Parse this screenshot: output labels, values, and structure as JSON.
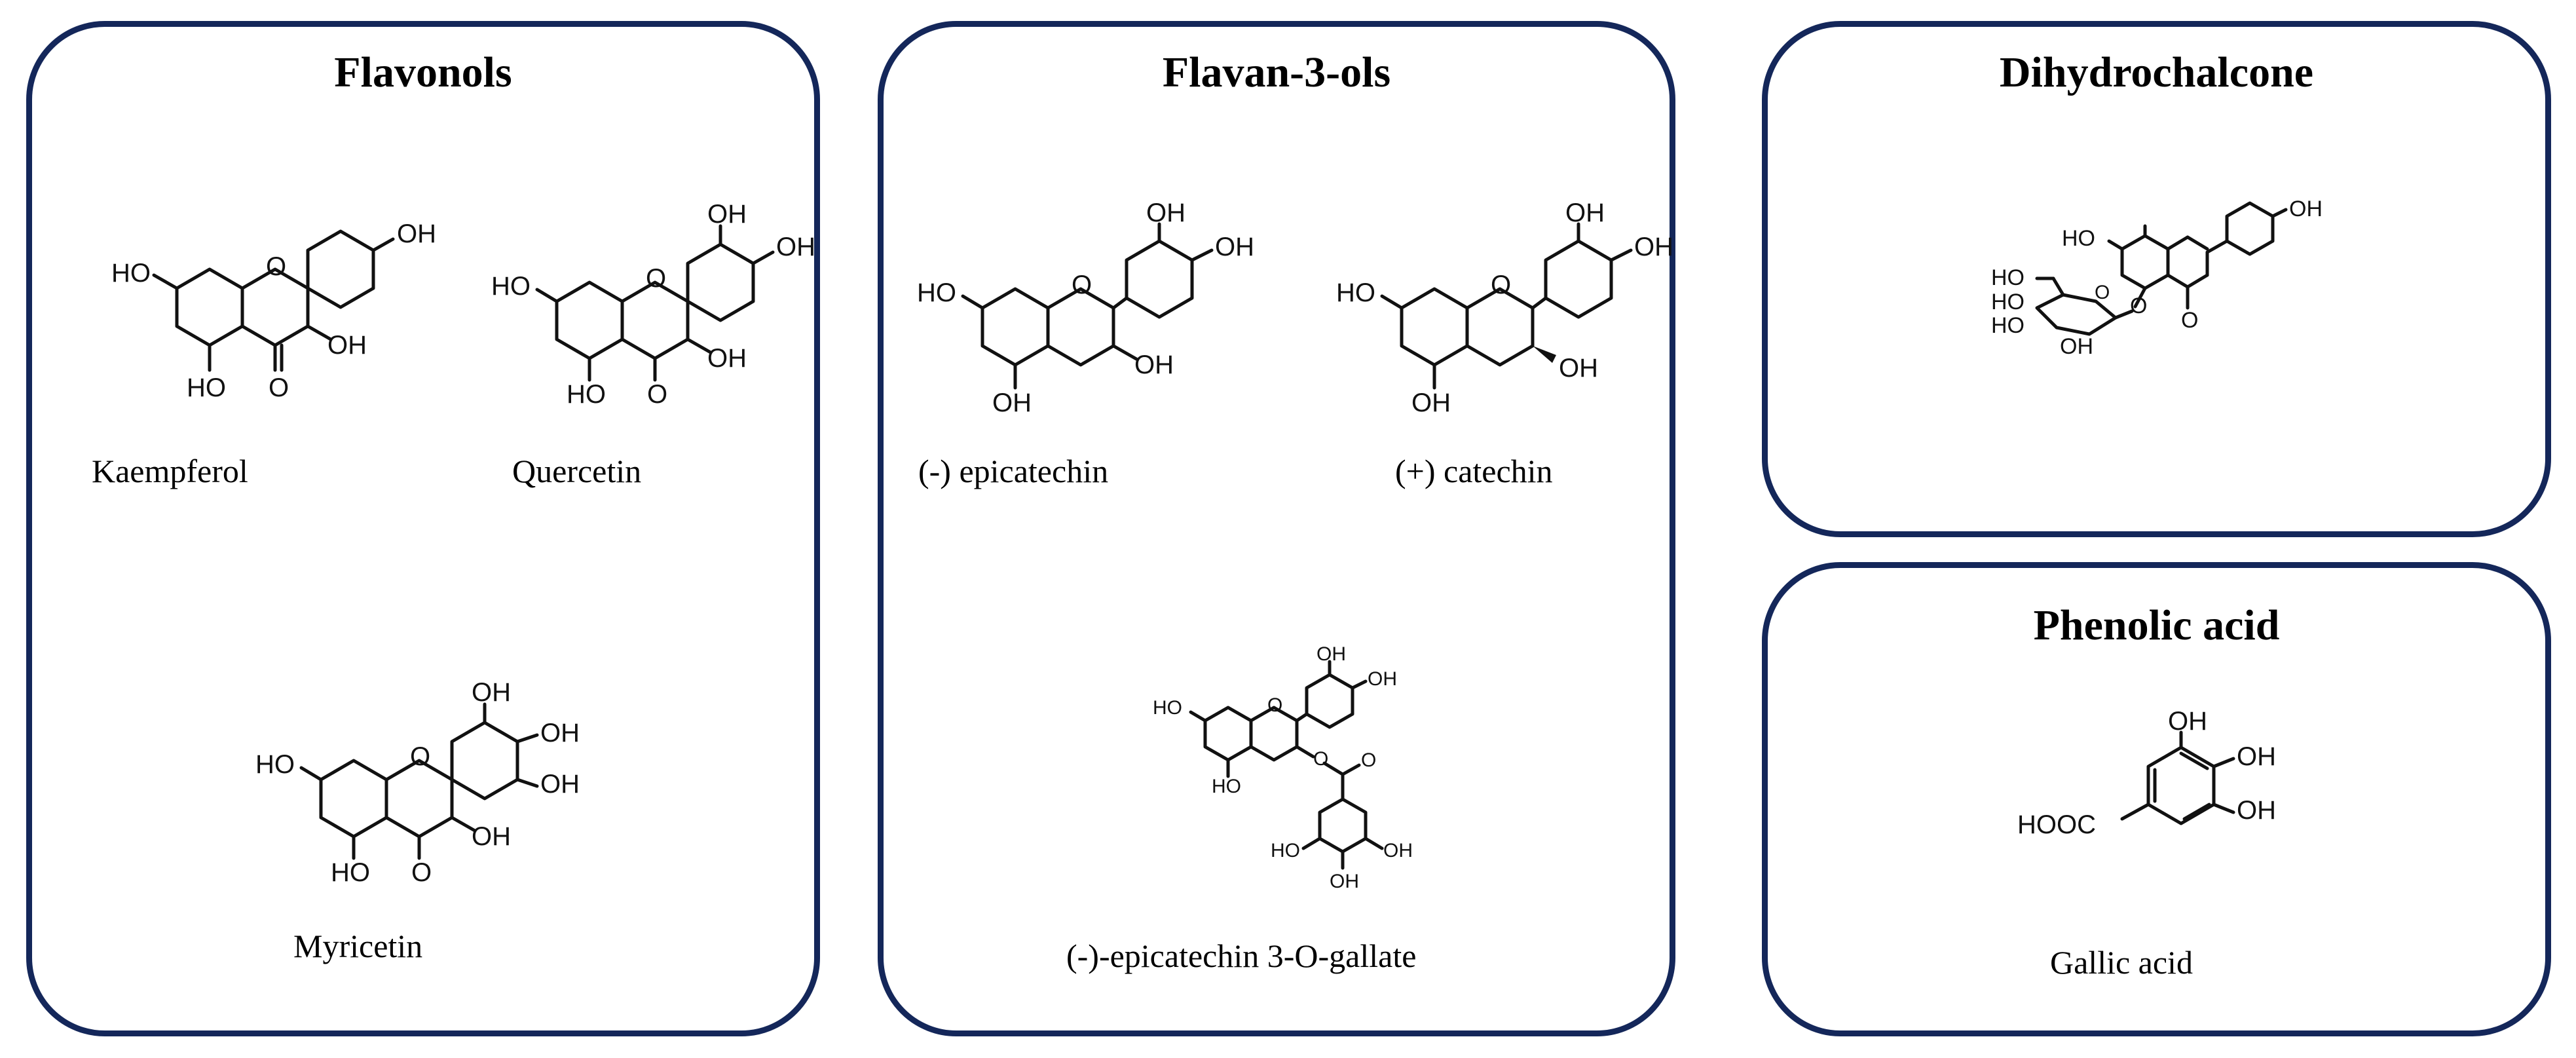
{
  "panels": {
    "flavonols": {
      "title": "Flavonols",
      "compounds": [
        "Kaempferol",
        "Quercetin",
        "Myricetin"
      ]
    },
    "flavan3ols": {
      "title": "Flavan-3-ols",
      "compounds": [
        "(-) epicatechin",
        "(+) catechin",
        "(-)-epicatechin 3-O-gallate"
      ]
    },
    "dihydrochalcone": {
      "title": "Dihydrochalcone"
    },
    "phenolic_acid": {
      "title": "Phenolic acid",
      "compounds": [
        "Gallic acid"
      ]
    }
  },
  "atoms": {
    "OH": "OH",
    "HO": "HO",
    "O": "O",
    "HOOC": "HOOC"
  },
  "colors": {
    "panel_border": "#14275a",
    "bond": "#111111"
  }
}
